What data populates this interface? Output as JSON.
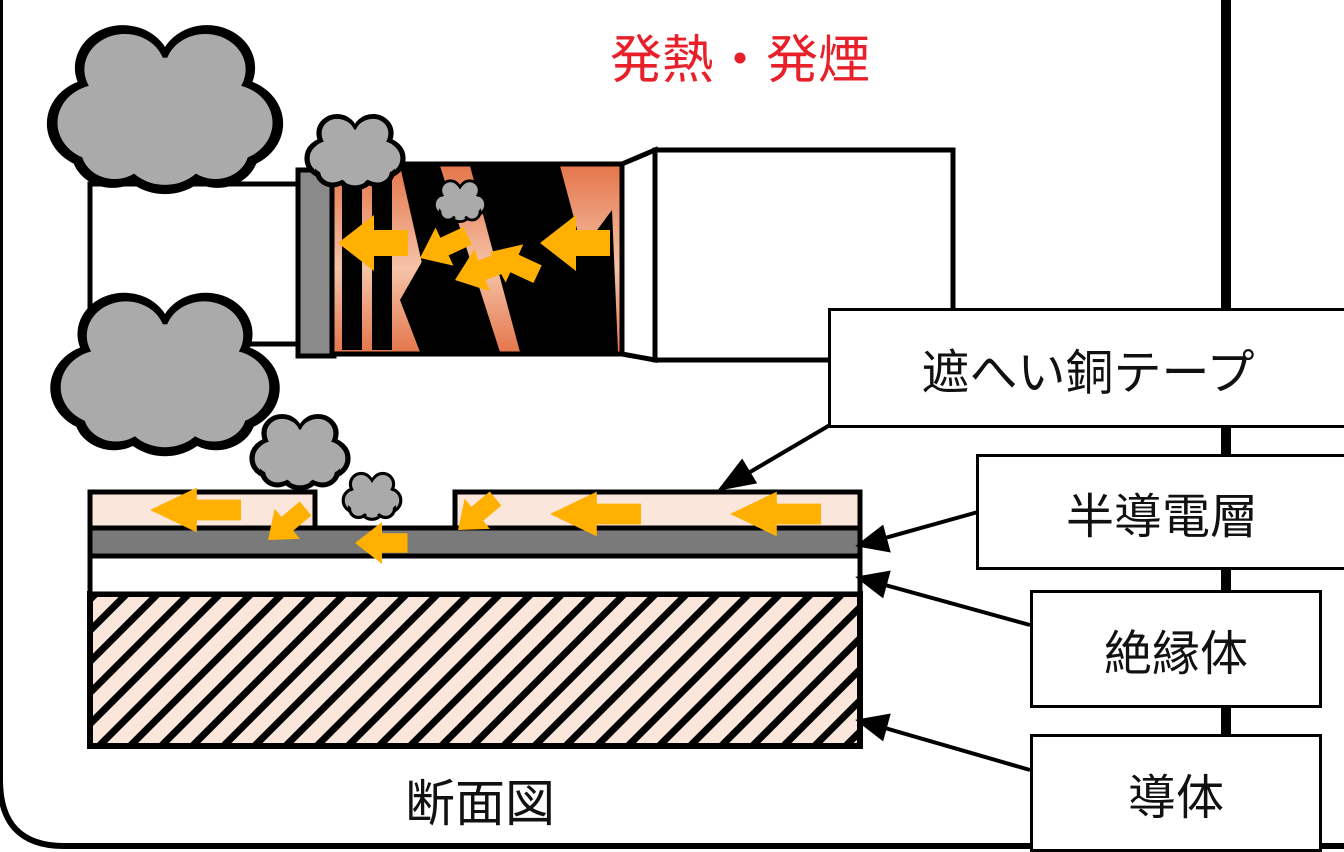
{
  "title": "発熱・発煙",
  "caption": "断面図",
  "labels": {
    "shield_tape": "遮へい銅テープ",
    "semiconductive_layer": "半導電層",
    "insulator": "絶縁体",
    "conductor": "導体"
  },
  "colors": {
    "title_red": "#e8202a",
    "arrow_orange": "#ffb000",
    "smoke_gray": "#aaaaaa",
    "copper_orange": "#e98a5e",
    "copper_light": "#fbe6db",
    "outline": "#000000"
  },
  "icons": {
    "smoke": "smoke-cloud-icon",
    "heat_flow": "arrow-left-icon"
  }
}
